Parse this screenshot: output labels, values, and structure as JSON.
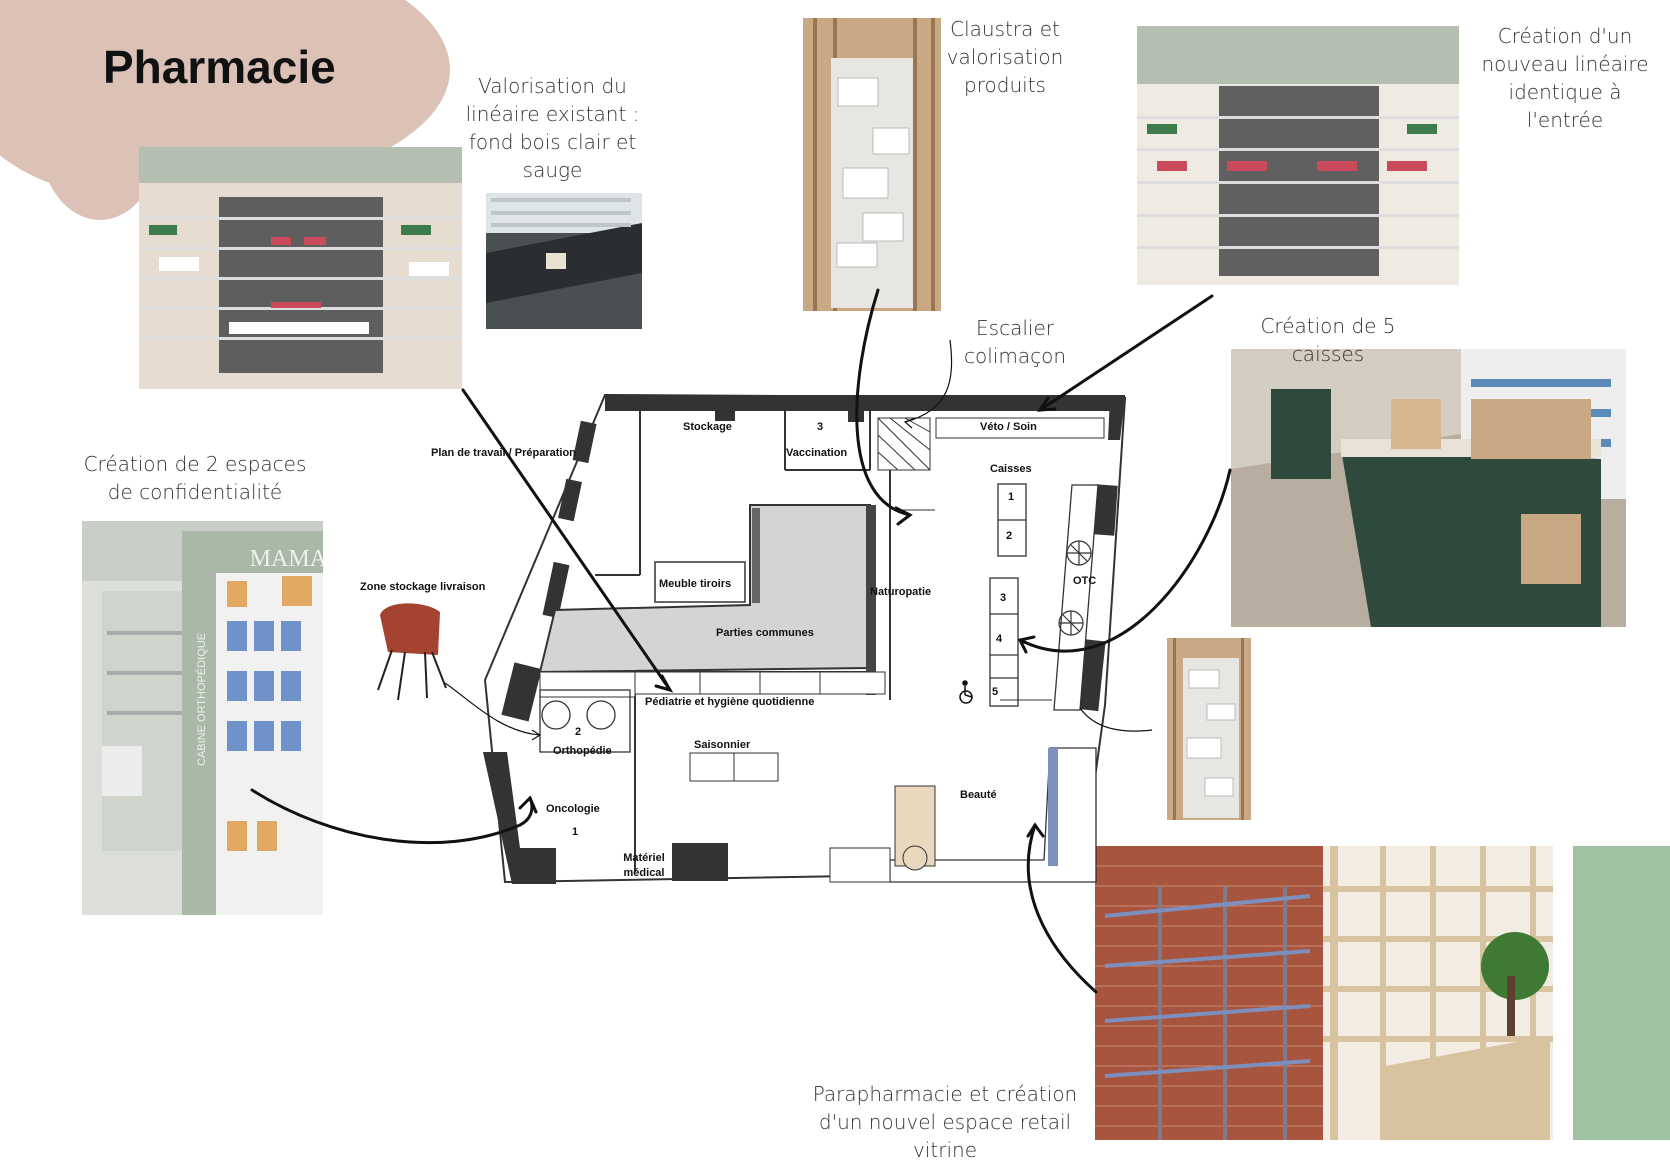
{
  "title": "Pharmacie",
  "captions": {
    "valorisation": "Valorisation du linéaire existant : fond bois clair et sauge",
    "claustra": "Claustra et valorisation produits",
    "creation_lineaire": "Création d'un nouveau linéaire identique  à l'entrée",
    "escalier": "Escalier colimaçon",
    "caisses5": "Création de 5 caisses",
    "confidentialite": "Création de 2 espaces de confidentialité",
    "parapharmacie": "Parapharmacie et création d'un nouvel espace retail vitrine"
  },
  "photo_text": {
    "maman": "MAMAN",
    "cabine": "CABINE ORTHOPÉDIQUE"
  },
  "plan": {
    "stockage": "Stockage",
    "vaccination_num": "3",
    "vaccination": "Vaccination",
    "veto": "Véto / Soin",
    "caisses": "Caisses",
    "plan_travail": "Plan de travail / Préparation",
    "zone_stockage": "Zone  stockage livraison",
    "meuble_tiroirs": "Meuble tiroirs",
    "parties_communes": "Parties communes",
    "naturopatie": "Naturopatie",
    "otc": "OTC",
    "pediatrie": "Pédiatrie et hygiène quotidienne",
    "ortho_num": "2",
    "orthopedie": "Orthopédie",
    "saisonnier": "Saisonnier",
    "oncologie": "Oncologie",
    "onco_num": "1",
    "materiel": "Matériel médical",
    "beaute": "Beauté",
    "caisse_numbers": [
      "1",
      "2",
      "3",
      "4",
      "5"
    ]
  },
  "colors": {
    "blob": "#dcc2b6",
    "sage": "#b9c7b6",
    "wall": "#333333",
    "parties": "#d4d4d4",
    "wood": "#d8c3a0",
    "brick": "#a8553f",
    "green_counter": "#2f4a3c"
  },
  "icons": [
    "chair-icon",
    "wheelchair-icon",
    "arrow-icon"
  ]
}
